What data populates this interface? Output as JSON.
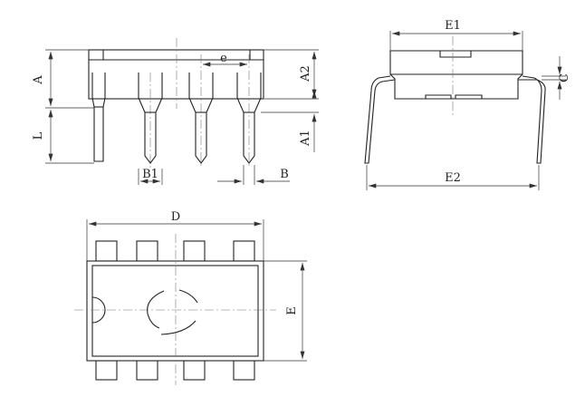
{
  "dimension_labels": {
    "A": "A",
    "L": "L",
    "A2": "A2",
    "A1": "A1",
    "e": "e",
    "B1": "B1",
    "B": "B",
    "E1": "E1",
    "E2": "E2",
    "C": "C",
    "D": "D",
    "E": "E"
  }
}
